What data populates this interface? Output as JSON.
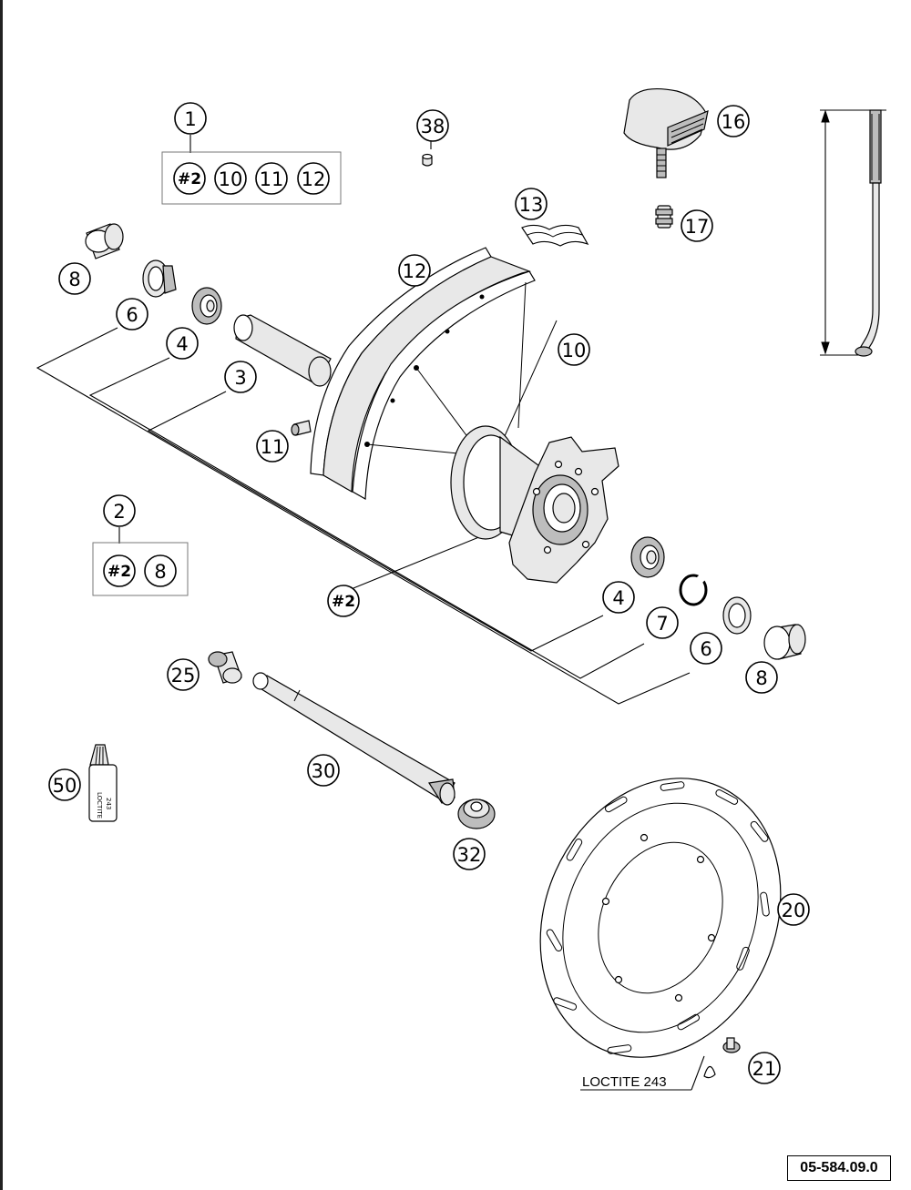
{
  "kit1": {
    "number": "1",
    "contents": [
      "#2",
      "10",
      "11",
      "12"
    ]
  },
  "kit2": {
    "number": "2",
    "contents": [
      "#2",
      "8"
    ]
  },
  "callouts": {
    "p38": "38",
    "p16": "16",
    "p17": "17",
    "p13": "13",
    "p12": "12",
    "p8_top": "8",
    "p6_top": "6",
    "p4_top": "4",
    "p3": "3",
    "p10": "10",
    "p11": "11",
    "hub": "#2",
    "p4_bot": "4",
    "p7": "7",
    "p6_bot": "6",
    "p8_bot": "8",
    "p25": "25",
    "p30": "30",
    "p50": "50",
    "p32": "32",
    "p20": "20",
    "p21": "21"
  },
  "loctite_label": "LOCTITE 243",
  "bottle_label": {
    "line1": "LOCTITE",
    "line2": "243"
  },
  "document_number": "05-584.09.0"
}
